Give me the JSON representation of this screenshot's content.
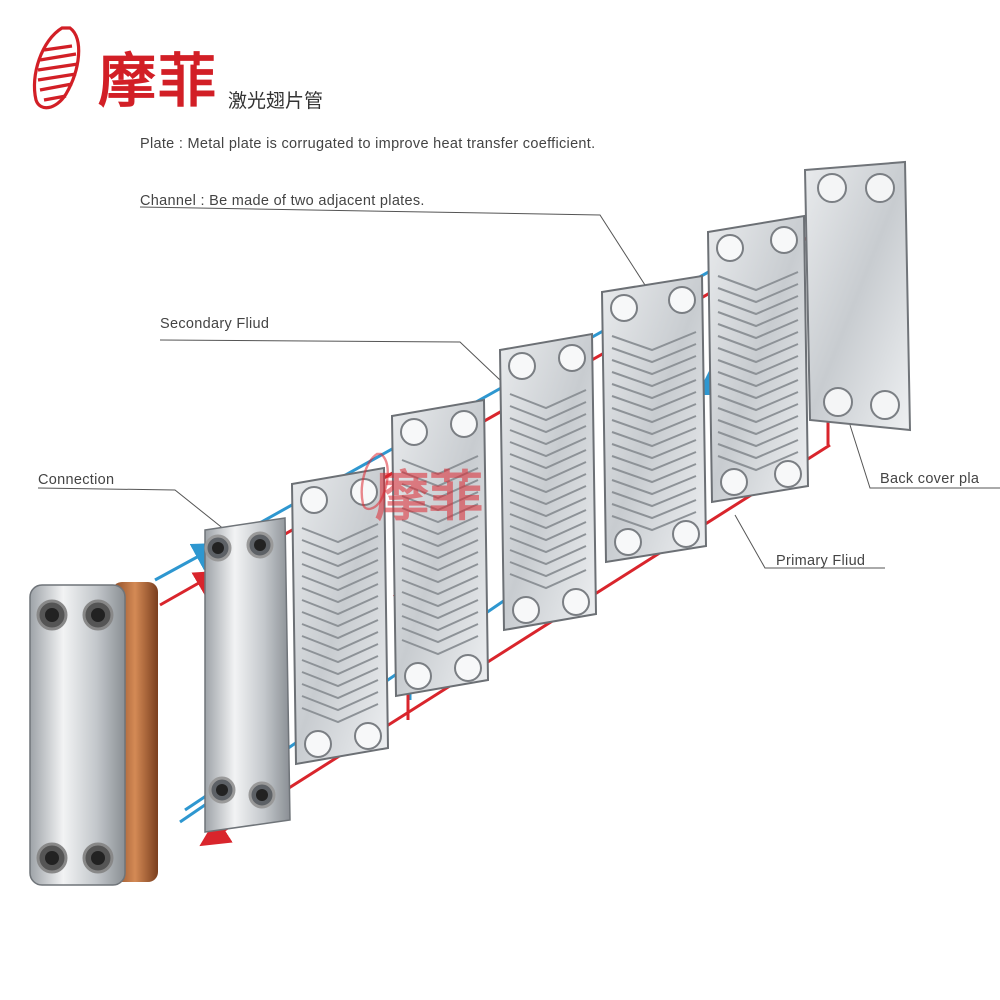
{
  "brand": {
    "name": "摩菲",
    "subtitle": "激光翅片管"
  },
  "labels": {
    "plate": "Plate : Metal plate is corrugated to improve heat transfer coefficient.",
    "channel": "Channel : Be made of two adjacent plates.",
    "secondary_fluid": "Secondary Fliud",
    "connection": "Connection",
    "back_cover": "Back cover pla",
    "primary_fluid": "Primary Fliud"
  },
  "watermark": "摩菲",
  "colors": {
    "hot_line": "#d9252c",
    "cold_line": "#2e97d0",
    "brand_red": "#d21f26",
    "copper": "#b9683a",
    "steel": "#c9ccd0"
  }
}
